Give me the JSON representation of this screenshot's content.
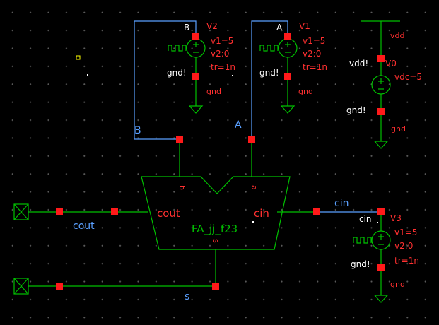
{
  "colors": {
    "background": "#000000",
    "wire_green": "#00c000",
    "wire_blue": "#5aa0ff",
    "pin_red": "#ff1a1a",
    "label_white": "#ffffff",
    "gnd_green": "#00c000"
  },
  "sources": {
    "v2": {
      "name": "V2",
      "p1": "v1=5",
      "p2": "v2:0",
      "p3": "tr=1n",
      "pos_net": "B",
      "neg_net": "gnd!",
      "gnd_label": "gnd"
    },
    "v1": {
      "name": "V1",
      "p1": "v1=5",
      "p2": "v2:0",
      "p3": "tr=1n",
      "pos_net": "A",
      "neg_net": "gnd!",
      "gnd_label": "gnd"
    },
    "v0": {
      "name": "V0",
      "p1": "vdc=5",
      "pos_net": "vdd!",
      "neg_net": "gnd!",
      "top_label": "vdd",
      "gnd_label": "gnd"
    },
    "v3": {
      "name": "V3",
      "p1": "v1=5",
      "p2": "v2:0",
      "p3": "tr=1n",
      "pos_net": "cin",
      "neg_net": "gnd!",
      "gnd_label": "gnd"
    }
  },
  "nets": {
    "b": "B",
    "a": "A",
    "cin": "cin",
    "cout": "cout",
    "s": "s"
  },
  "cell": {
    "name": "FA_jj_f23",
    "pin_cout": "cout",
    "pin_cin": "cin",
    "pin_b": "b",
    "pin_a": "a",
    "pin_s": "s"
  }
}
